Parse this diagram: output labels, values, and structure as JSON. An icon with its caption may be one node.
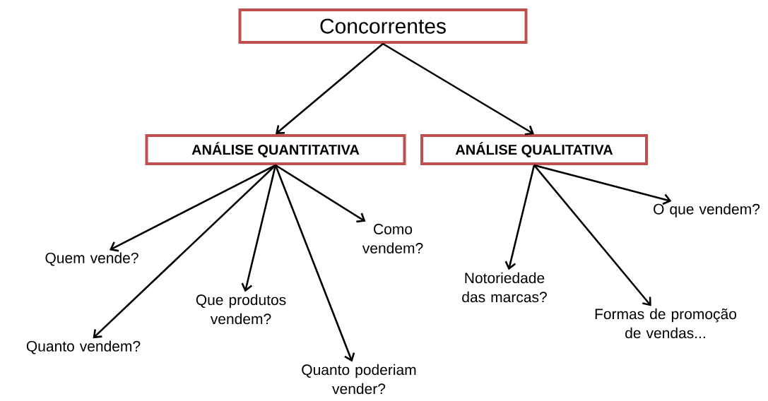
{
  "diagram": {
    "nodes": [
      {
        "text": [
          "Concorrentes"
        ]
      },
      {
        "text": [
          "ANÁLISE QUANTITATIVA"
        ]
      },
      {
        "text": [
          "ANÁLISE QUALITATIVA"
        ]
      },
      {
        "text": [
          "Quem vende?"
        ]
      },
      {
        "text": [
          "Quanto vendem?"
        ]
      },
      {
        "text": [
          "Que produtos vendem?"
        ]
      },
      {
        "text": [
          "Quanto poderiam vender?"
        ]
      },
      {
        "text": [
          "Como vendem?"
        ]
      },
      {
        "text": [
          "O que vendem?"
        ]
      },
      {
        "text": [
          "Notoriedade das marcas?"
        ]
      },
      {
        "text": [
          "Formas de promoção de vendas..."
        ]
      }
    ],
    "edges": [
      {
        "from": 0,
        "to": 1,
        "arrow": "to"
      },
      {
        "from": 0,
        "to": 2,
        "arrow": "to"
      },
      {
        "from": 1,
        "to": 3,
        "arrow": "to"
      },
      {
        "from": 1,
        "to": 4,
        "arrow": "to"
      },
      {
        "from": 1,
        "to": 5,
        "arrow": "to"
      },
      {
        "from": 1,
        "to": 6,
        "arrow": "to"
      },
      {
        "from": 1,
        "to": 7,
        "arrow": "to"
      },
      {
        "from": 2,
        "to": 8,
        "arrow": "to"
      },
      {
        "from": 2,
        "to": 9,
        "arrow": "to"
      },
      {
        "from": 2,
        "to": 10,
        "arrow": "to"
      }
    ]
  }
}
